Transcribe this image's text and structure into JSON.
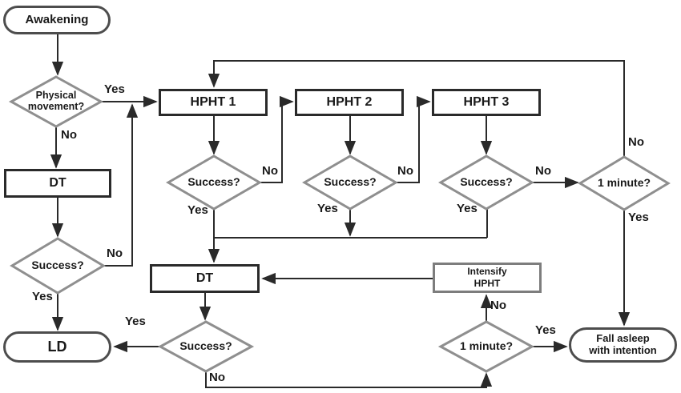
{
  "diagram": {
    "type": "flowchart",
    "colors": {
      "background": "#ffffff",
      "line": "#2a2a2a",
      "box_border": "#2a2a2a",
      "diamond_border": "#8f8f8f",
      "stadium_border": "#4d4d4d",
      "intensify_border": "#7d7d7d",
      "text": "#1a1a1a"
    },
    "nodes": {
      "awakening": {
        "label": "Awakening",
        "type": "terminator"
      },
      "physical_movement": {
        "label": "Physical\nmovement?",
        "type": "decision"
      },
      "dt1": {
        "label": "DT",
        "type": "process"
      },
      "success_left": {
        "label": "Success?",
        "type": "decision"
      },
      "ld": {
        "label": "LD",
        "type": "terminator"
      },
      "hpht1": {
        "label": "HPHT 1",
        "type": "process"
      },
      "hpht2": {
        "label": "HPHT 2",
        "type": "process"
      },
      "hpht3": {
        "label": "HPHT 3",
        "type": "process"
      },
      "success1": {
        "label": "Success?",
        "type": "decision"
      },
      "success2": {
        "label": "Success?",
        "type": "decision"
      },
      "success3": {
        "label": "Success?",
        "type": "decision"
      },
      "one_minute_top": {
        "label": "1 minute?",
        "type": "decision"
      },
      "dt2": {
        "label": "DT",
        "type": "process"
      },
      "intensify_hpht": {
        "label": "Intensify\nHPHT",
        "type": "process"
      },
      "success_bottom": {
        "label": "Success?",
        "type": "decision"
      },
      "one_minute_bottom": {
        "label": "1 minute?",
        "type": "decision"
      },
      "fall_asleep": {
        "label": "Fall asleep\nwith intention",
        "type": "terminator"
      }
    },
    "edge_labels": {
      "physical_yes": "Yes",
      "physical_no": "No",
      "success_left_no": "No",
      "success_left_yes": "Yes",
      "success1_yes": "Yes",
      "success1_no": "No",
      "success2_yes": "Yes",
      "success2_no": "No",
      "success3_yes": "Yes",
      "success3_no": "No",
      "one_minute_top_no": "No",
      "one_minute_top_yes": "Yes",
      "success_bottom_yes": "Yes",
      "success_bottom_no": "No",
      "one_minute_bottom_no": "No",
      "one_minute_bottom_yes": "Yes"
    }
  }
}
